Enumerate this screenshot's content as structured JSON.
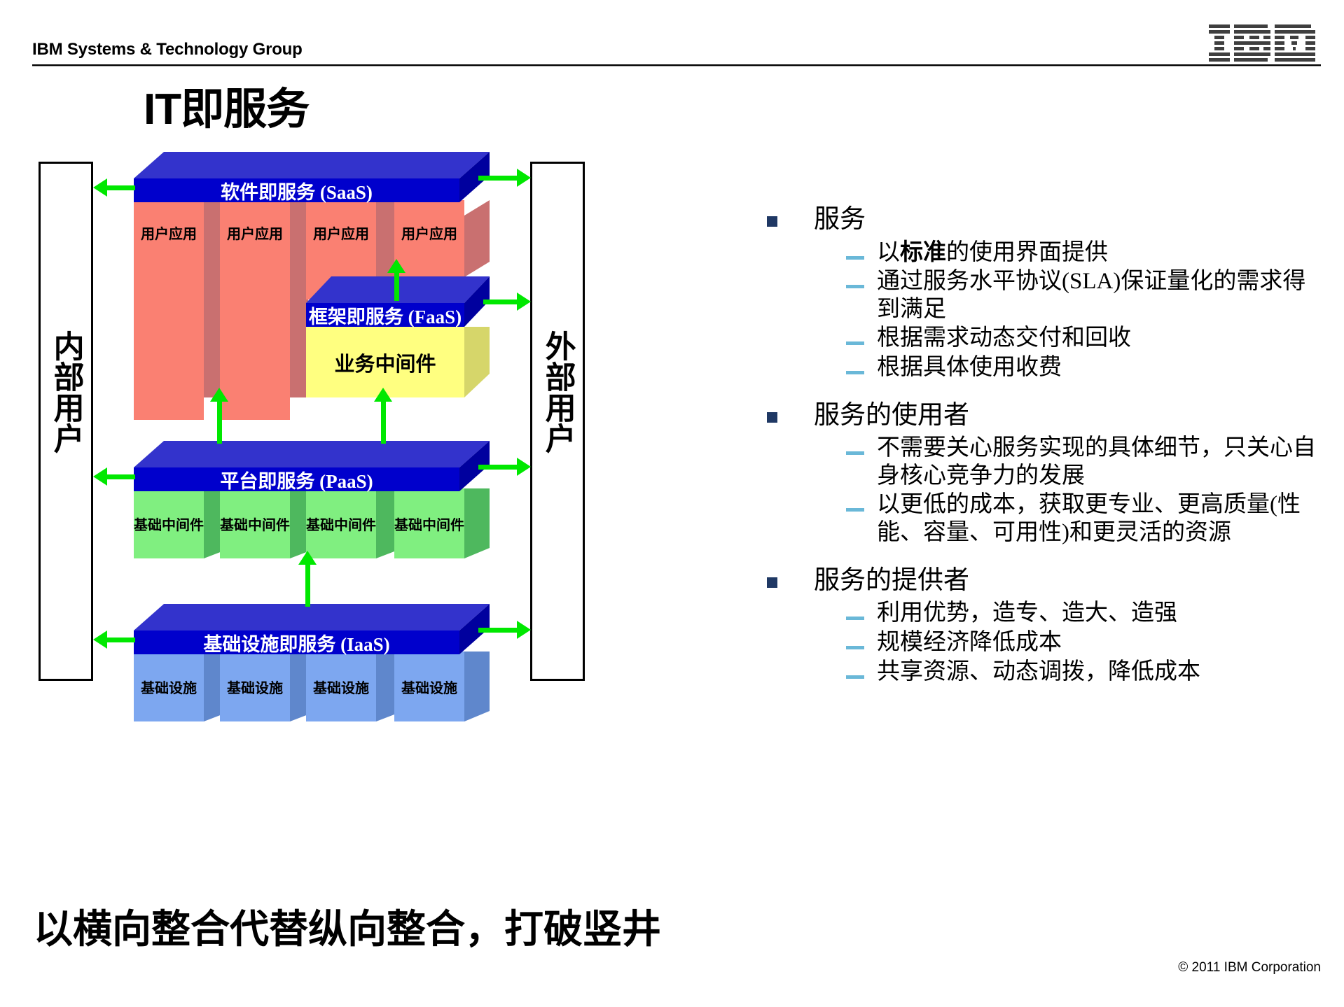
{
  "header": {
    "title": "IBM Systems & Technology Group",
    "logo_alt": "IBM"
  },
  "slide": {
    "title": "IT即服务",
    "bottom_caption": "以横向整合代替纵向整合，打破竖井",
    "copyright": "© 2011 IBM Corporation"
  },
  "diagram": {
    "users_left": "内部用户",
    "users_right": "外部用户",
    "layers": [
      {
        "service": "软件即服务 (SaaS)",
        "items": [
          "用户应用",
          "用户应用",
          "用户应用",
          "用户应用"
        ]
      },
      {
        "service": "框架即服务 (FaaS)",
        "items": [
          "业务中间件"
        ]
      },
      {
        "service": "平台即服务 (PaaS)",
        "items": [
          "基础中间件",
          "基础中间件",
          "基础中间件",
          "基础中间件"
        ]
      },
      {
        "service": "基础设施即服务 (IaaS)",
        "items": [
          "基础设施",
          "基础设施",
          "基础设施",
          "基础设施"
        ]
      }
    ],
    "colors": {
      "slab_front": "#0000cc",
      "slab_top": "#3333cc",
      "slab_side": "#00009e",
      "saas_item": "#fa8072",
      "faas_item": "#ffff80",
      "paas_item": "#80ef80",
      "iaas_item": "#7da7f0",
      "arrow": "#00e800"
    }
  },
  "bullets": [
    {
      "heading": "服务",
      "points": [
        {
          "pre": "以",
          "bold": "标准",
          "post": "的使用界面提供"
        },
        {
          "pre": "通过服务水平协议(SLA)保证量化的需求得到满足",
          "bold": "",
          "post": ""
        },
        {
          "pre": "根据需求动态交付和回收",
          "bold": "",
          "post": ""
        },
        {
          "pre": "根据具体使用收费",
          "bold": "",
          "post": ""
        }
      ]
    },
    {
      "heading": "服务的使用者",
      "points": [
        {
          "pre": "不需要关心服务实现的具体细节，只关心自身核心竞争力的发展",
          "bold": "",
          "post": ""
        },
        {
          "pre": "以更低的成本，获取更专业、更高质量(性能、容量、可用性)和更灵活的资源",
          "bold": "",
          "post": ""
        }
      ]
    },
    {
      "heading": "服务的提供者",
      "points": [
        {
          "pre": "利用优势，造专、造大、造强",
          "bold": "",
          "post": ""
        },
        {
          "pre": "规模经济降低成本",
          "bold": "",
          "post": ""
        },
        {
          "pre": "共享资源、动态调拨，降低成本",
          "bold": "",
          "post": ""
        }
      ]
    }
  ]
}
